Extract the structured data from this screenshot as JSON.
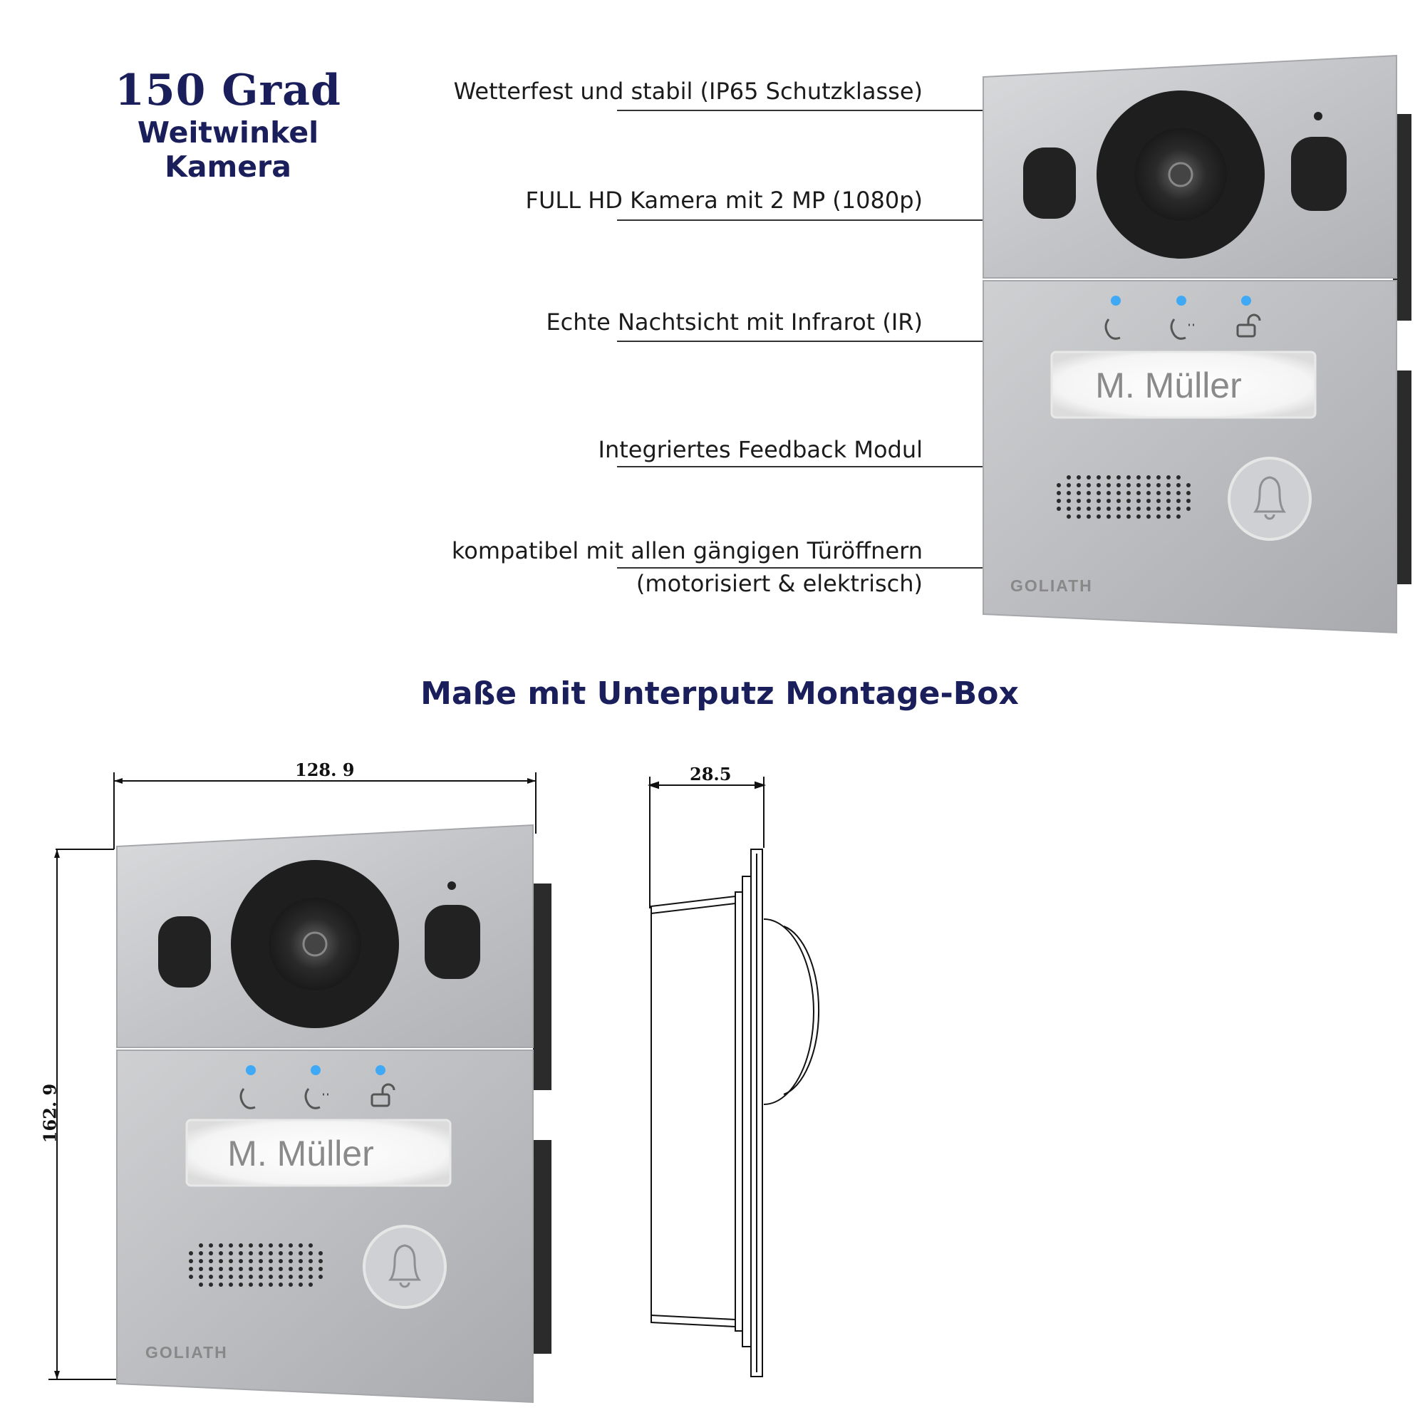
{
  "headline": {
    "angle": "150 Grad",
    "camera": "Weitwinkel Kamera"
  },
  "features": [
    {
      "text": "Wetterfest und stabil (IP65 Schutzklasse)"
    },
    {
      "text": "FULL HD Kamera mit 2 MP (1080p)"
    },
    {
      "text": "Echte Nachtsicht mit Infrarot (IR)"
    },
    {
      "text": "Integriertes Feedback Modul"
    },
    {
      "text": "kompatibel mit allen gängigen Türöffnern"
    },
    {
      "text": "(motorisiert & elektrisch)"
    }
  ],
  "device": {
    "nameplate": "M. Müller",
    "brand": "GOLIATH",
    "status_led_color": "#3fa9f5",
    "housing_color": "#c8c9cc",
    "status_icons": [
      "phone-ring-icon",
      "phone-talk-icon",
      "unlock-icon"
    ],
    "bell_icon": "bell-icon"
  },
  "dimensions_title": "Maße mit Unterputz Montage-Box",
  "dimensions": {
    "width": "128. 9",
    "height": "162. 9",
    "depth": "28.5"
  }
}
